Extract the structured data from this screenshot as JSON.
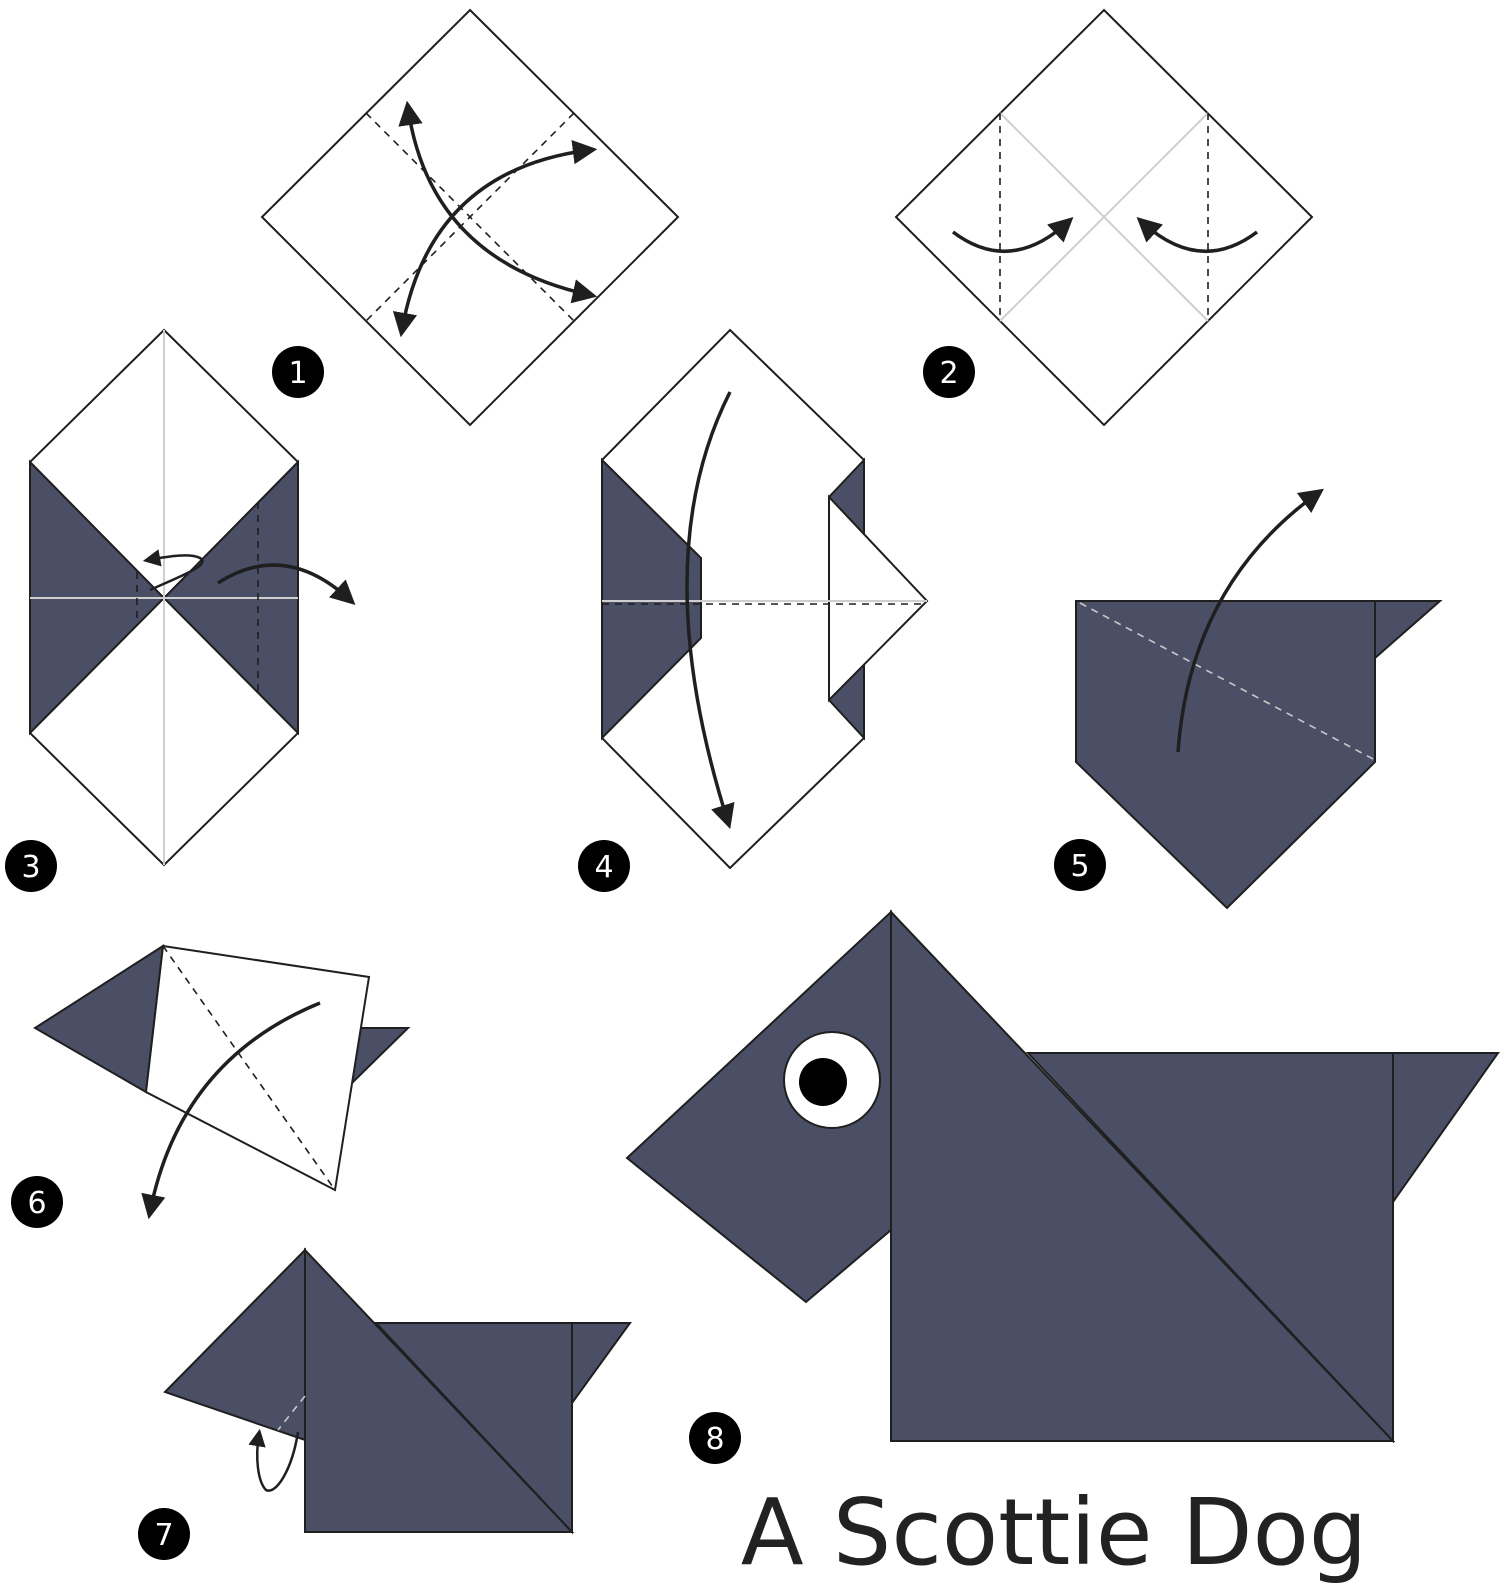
{
  "steps": [
    {
      "number": "1"
    },
    {
      "number": "2"
    },
    {
      "number": "3"
    },
    {
      "number": "4"
    },
    {
      "number": "5"
    },
    {
      "number": "6"
    },
    {
      "number": "7"
    },
    {
      "number": "8"
    }
  ],
  "title": "A Scottie Dog",
  "colors": {
    "paper_back": "#4a4f66",
    "paper_front": "#ffffff",
    "outline": "#1f1f1f",
    "badge": "#000000"
  }
}
